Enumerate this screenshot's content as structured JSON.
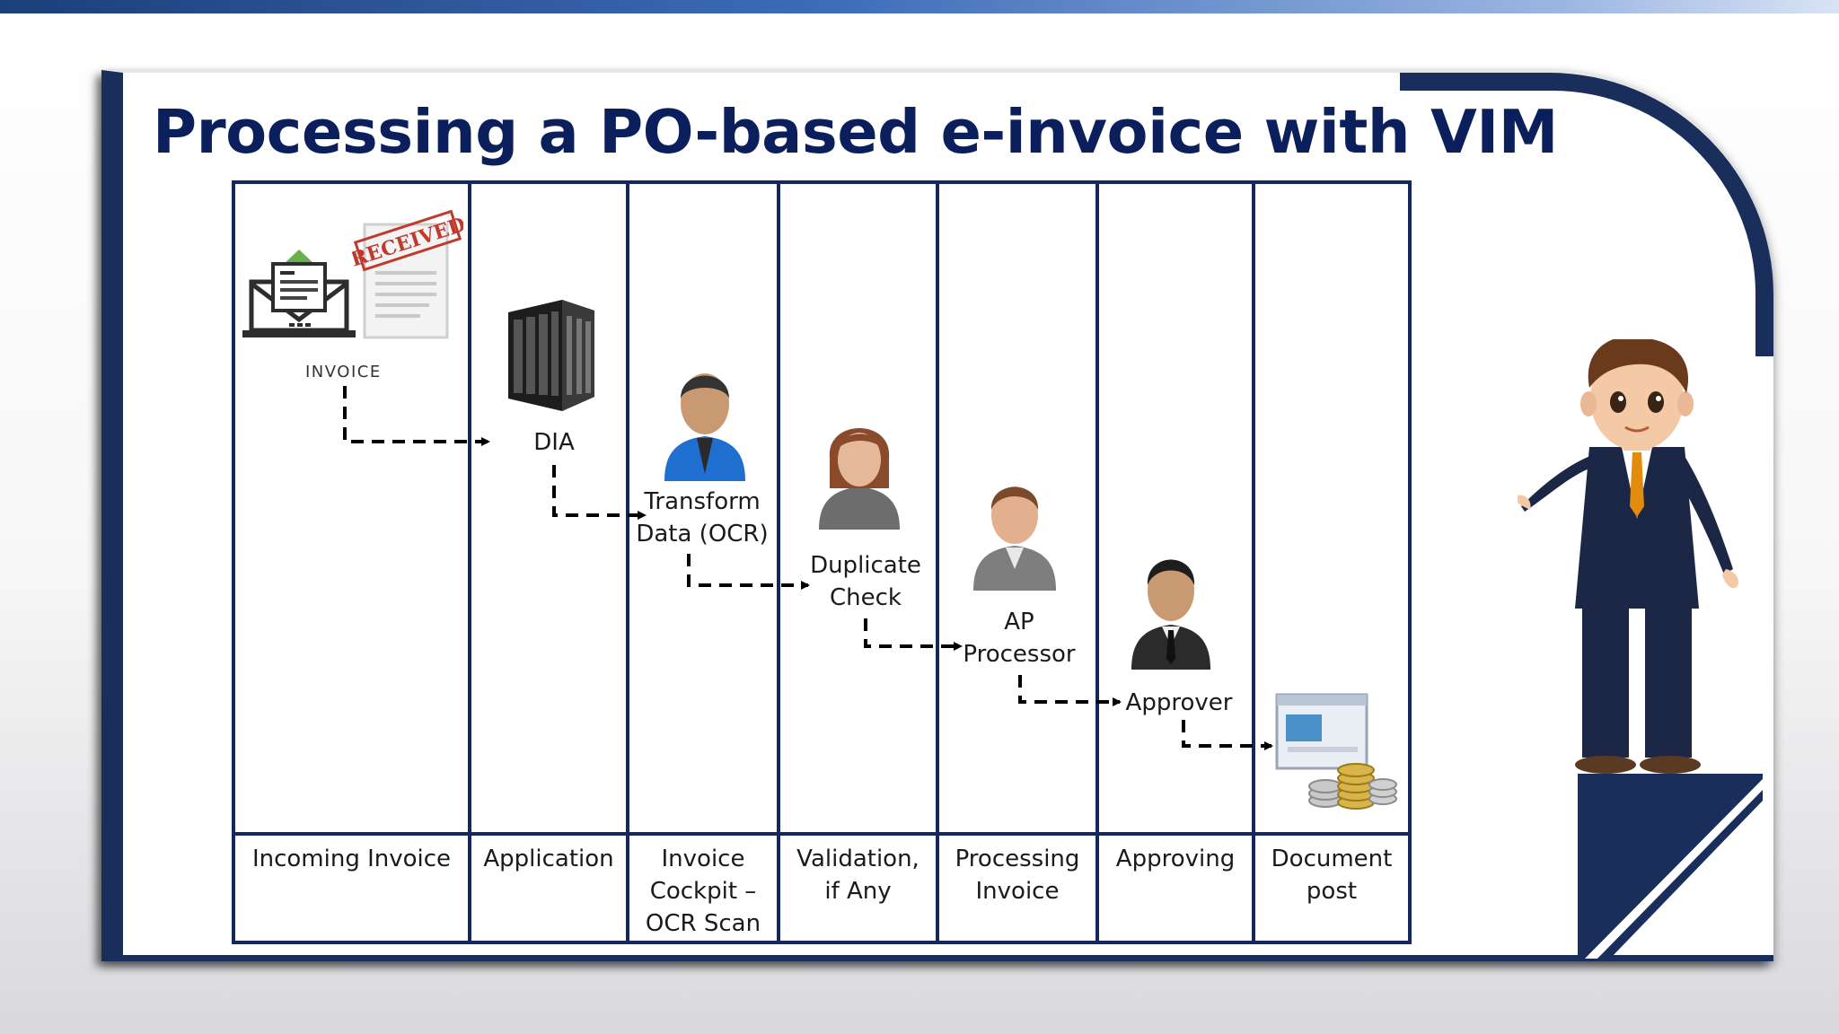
{
  "title": "Processing a PO-based e-invoice with VIM",
  "columns": [
    "Incoming Invoice",
    "Application",
    "Invoice\nCockpit –\nOCR Scan",
    "Validation,\nif Any",
    "Processing\nInvoice",
    "Approving",
    "Document\npost"
  ],
  "nodes": {
    "invoice": "INVOICE",
    "received_stamp": "RECEIVED",
    "dia": "DIA",
    "transform": "Transform\nData (OCR)",
    "duplicate": "Duplicate\nCheck",
    "ap_processor": "AP\nProcessor",
    "approver": "Approver"
  },
  "icons": {
    "mail": "email-laptop-icon",
    "stamp": "received-document-icon",
    "server": "server-rack-icon",
    "ocr_user": "blue-shirt-user-icon",
    "dup_user": "female-user-icon",
    "ap_user": "gray-shirt-user-icon",
    "approver_user": "businessman-user-icon",
    "post": "coins-document-icon",
    "presenter": "presenter-character-icon"
  },
  "colors": {
    "navy": "#14275e",
    "title": "#0b1f5c",
    "frame": "#1a2e5c",
    "stamp_red": "#c0392b"
  }
}
